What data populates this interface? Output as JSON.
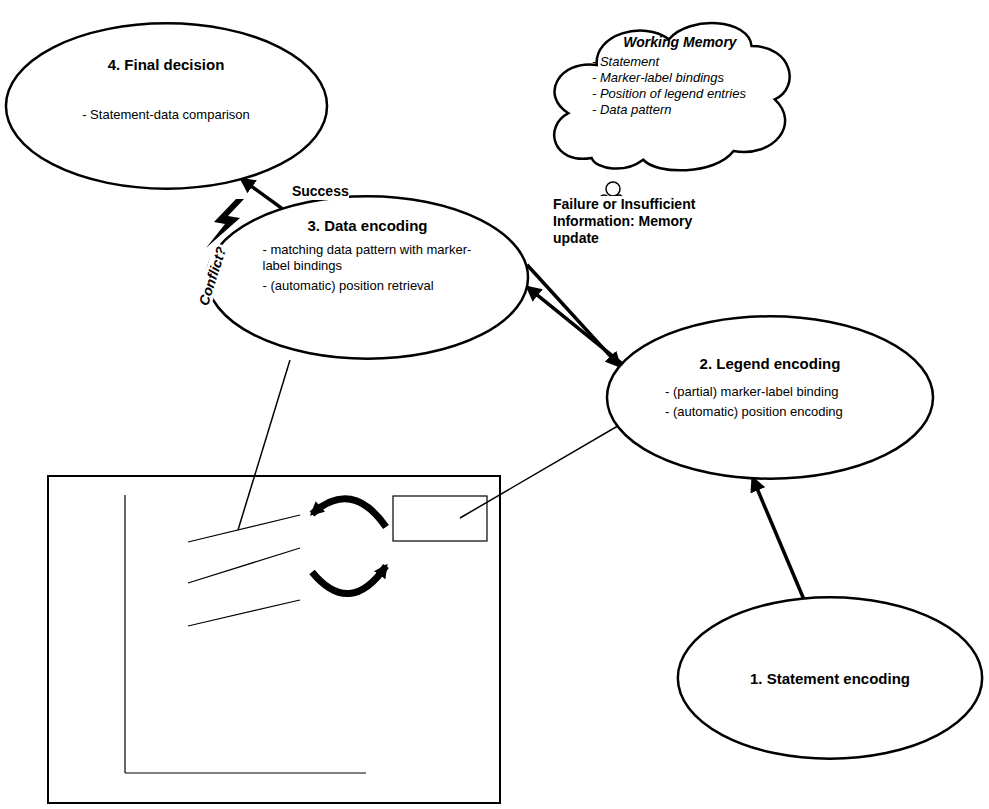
{
  "diagram": {
    "nodes": [
      {
        "text": [
          "4. Final decision",
          "- Statement-data comparison"
        ]
      },
      {
        "text": [
          "Working Memory",
          "- Statement",
          "- Marker-label bindings",
          "- Position of legend entries",
          "- Data pattern"
        ]
      },
      {
        "text": [
          "3. Data encoding",
          "- matching data pattern with marker-label bindings",
          "- (automatic) position retrieval"
        ]
      },
      {
        "text": [
          "2. Legend encoding",
          "- (partial) marker-label binding",
          "- (automatic) position encoding"
        ]
      },
      {
        "text": [
          "1. Statement encoding"
        ]
      }
    ],
    "edges": [
      {
        "from": 4,
        "to": 3,
        "arrow": "to"
      },
      {
        "from": 2,
        "to": 0,
        "label": "Success",
        "arrow": "to"
      },
      {
        "from": 2,
        "to": 3,
        "label": "Failure or Insufficient Information: Memory update",
        "arrow": "to"
      },
      {
        "from": 3,
        "to": 2,
        "arrow": "to"
      }
    ],
    "labels": [
      "Conflict?"
    ]
  }
}
